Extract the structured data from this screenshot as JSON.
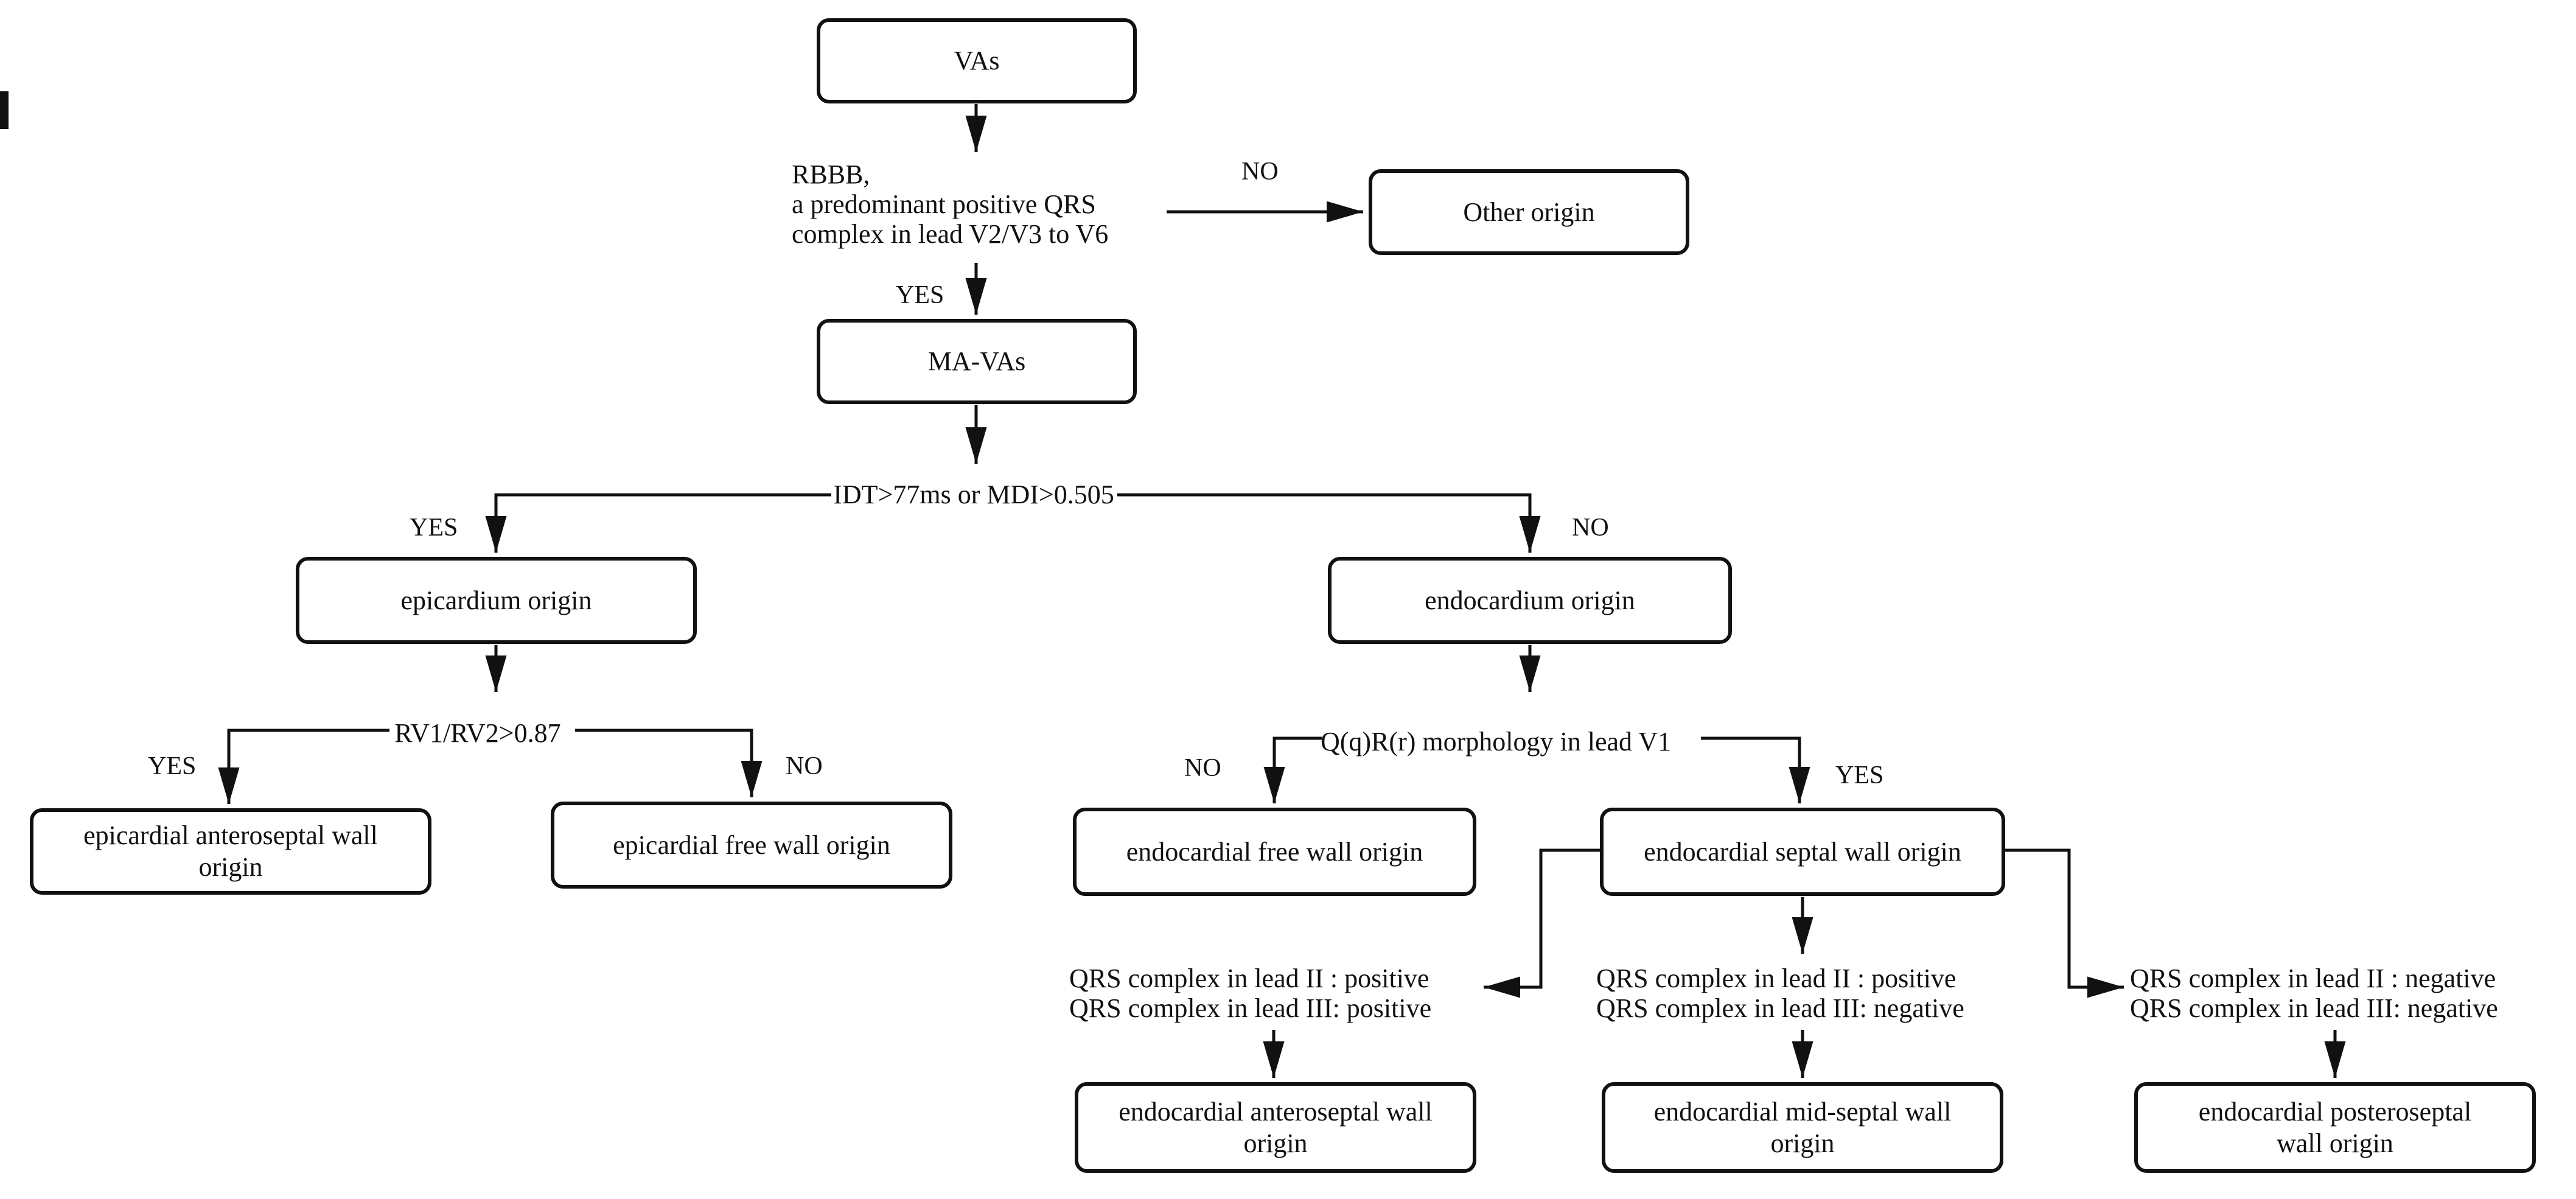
{
  "colors": {
    "background": "#ffffff",
    "line": "#111111",
    "box_border": "#111111",
    "box_fill": "#ffffff",
    "text": "#111111"
  },
  "nodes": {
    "vas": {
      "label": "VAs"
    },
    "other_origin": {
      "label": "Other origin"
    },
    "mavas": {
      "label": "MA-VAs"
    },
    "epicardium": {
      "label": "epicardium origin"
    },
    "endocardium": {
      "label": "endocardium origin"
    },
    "epi_anteroseptal": {
      "line1": "epicardial anteroseptal wall",
      "line2": "origin"
    },
    "epi_free": {
      "label": "epicardial free wall origin"
    },
    "endo_free": {
      "label": "endocardial free wall origin"
    },
    "endo_septal": {
      "label": "endocardial septal wall origin"
    },
    "endo_anteroseptal": {
      "line1": "endocardial anteroseptal wall",
      "line2": "origin"
    },
    "endo_midseptal": {
      "line1": "endocardial mid-septal wall",
      "line2": "origin"
    },
    "endo_posteroseptal": {
      "line1": "endocardial posteroseptal",
      "line2": "wall origin"
    }
  },
  "decisions": {
    "rbbb": {
      "line1": "RBBB,",
      "line2": "a predominant positive QRS",
      "line3": "complex in lead V2/V3 to V6"
    },
    "idt": {
      "label": "IDT>77ms or MDI>0.505"
    },
    "rv_ratio": {
      "label": "RV1/RV2>0.87"
    },
    "qqrr": {
      "label": "Q(q)R(r) morphology in lead V1"
    },
    "qrs_pos_pos": {
      "line1": "QRS complex in lead II : positive",
      "line2": "QRS complex in lead III: positive"
    },
    "qrs_pos_neg": {
      "line1": "QRS complex in lead II : positive",
      "line2": "QRS complex in lead III: negative"
    },
    "qrs_neg_neg": {
      "line1": "QRS complex in lead II : negative",
      "line2": "QRS complex in lead III: negative"
    }
  },
  "branch_labels": {
    "rbbb_yes": "YES",
    "rbbb_no": "NO",
    "idt_yes": "YES",
    "idt_no": "NO",
    "rv_yes": "YES",
    "rv_no": "NO",
    "qqrr_no": "NO",
    "qqrr_yes": "YES"
  }
}
